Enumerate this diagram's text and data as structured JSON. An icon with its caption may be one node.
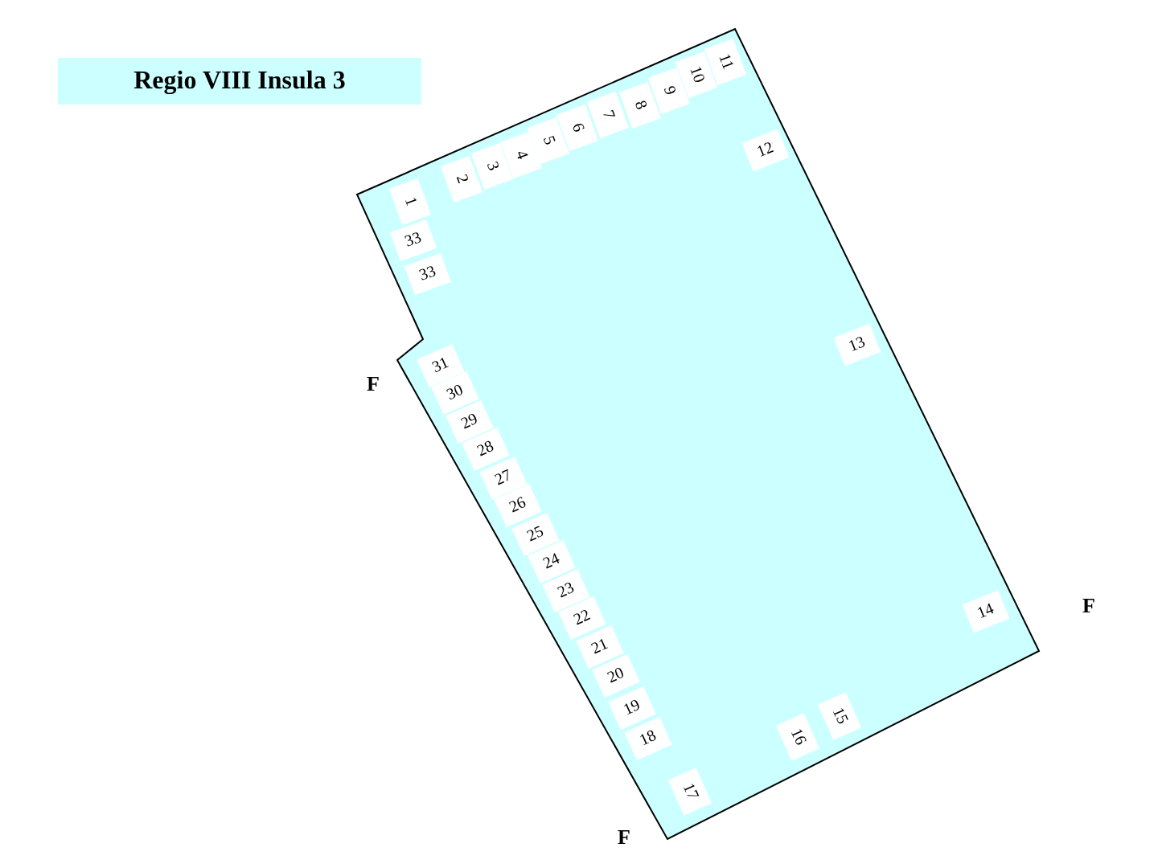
{
  "diagram": {
    "title": "Regio VIII Insula 3",
    "labels": [
      "1",
      "2",
      "3",
      "4",
      "5",
      "6",
      "7",
      "8",
      "9",
      "10",
      "11",
      "12",
      "13",
      "14",
      "15",
      "16",
      "17",
      "18",
      "19",
      "20",
      "21",
      "22",
      "23",
      "24",
      "25",
      "26",
      "27",
      "28",
      "29",
      "30",
      "31",
      "33",
      "33",
      "F",
      "F",
      "F"
    ]
  }
}
